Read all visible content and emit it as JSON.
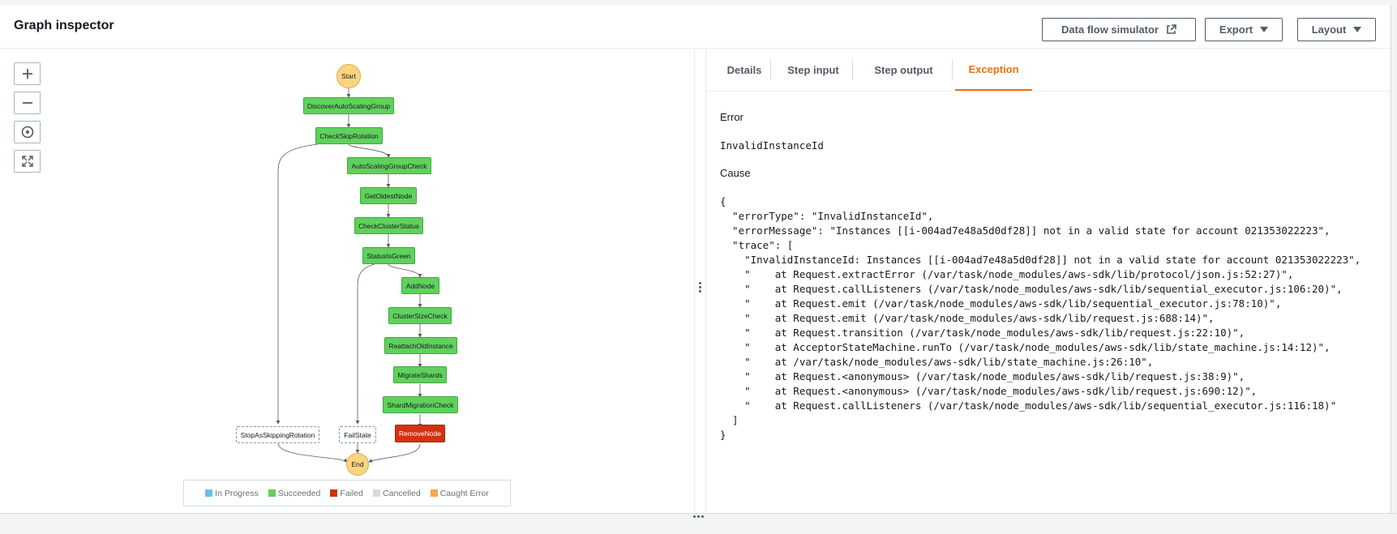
{
  "header": {
    "title": "Graph inspector",
    "data_flow_label": "Data flow simulator",
    "export_label": "Export",
    "layout_label": "Layout"
  },
  "zoom_controls": [
    "zoom-in-icon",
    "zoom-out-icon",
    "center-icon",
    "fit-screen-icon"
  ],
  "graph": {
    "start": "Start",
    "end": "End",
    "nodes": {
      "discover": "DiscoverAutoScalingGroup",
      "check_skip": "CheckSkipRotation",
      "asg_check": "AutoScalingGroupCheck",
      "get_oldest": "GetOldestNode",
      "check_cluster": "CheckClusterStatus",
      "status_green": "StatusIsGreen",
      "add_node": "AddNode",
      "cluster_size": "ClusterSizeCheck",
      "reattach": "ReattachOldInstance",
      "migrate": "MigrateShards",
      "shard_check": "ShardMigrationCheck",
      "stop_skip": "StopAsSkippingRotation",
      "fail_state": "FailState",
      "remove_node": "RemoveNode"
    }
  },
  "legend": {
    "in_progress": "In Progress",
    "succeeded": "Succeeded",
    "failed": "Failed",
    "cancelled": "Cancelled",
    "caught_error": "Caught Error",
    "colors": {
      "in_progress": "#69c1df",
      "succeeded": "#60d15c",
      "failed": "#d13212",
      "cancelled": "#d5dbdb",
      "caught_error": "#f7a947"
    }
  },
  "tabs": {
    "details": "Details",
    "step_input": "Step input",
    "step_output": "Step output",
    "exception": "Exception"
  },
  "exception": {
    "error_label": "Error",
    "error_value": "InvalidInstanceId",
    "cause_label": "Cause",
    "cause_lines": [
      "{",
      "  \"errorType\": \"InvalidInstanceId\",",
      "  \"errorMessage\": \"Instances [[i-004ad7e48a5d0df28]] not in a valid state for account 021353022223\",",
      "  \"trace\": [",
      "    \"InvalidInstanceId: Instances [[i-004ad7e48a5d0df28]] not in a valid state for account 021353022223\",",
      "    \"    at Request.extractError (/var/task/node_modules/aws-sdk/lib/protocol/json.js:52:27)\",",
      "    \"    at Request.callListeners (/var/task/node_modules/aws-sdk/lib/sequential_executor.js:106:20)\",",
      "    \"    at Request.emit (/var/task/node_modules/aws-sdk/lib/sequential_executor.js:78:10)\",",
      "    \"    at Request.emit (/var/task/node_modules/aws-sdk/lib/request.js:688:14)\",",
      "    \"    at Request.transition (/var/task/node_modules/aws-sdk/lib/request.js:22:10)\",",
      "    \"    at AcceptorStateMachine.runTo (/var/task/node_modules/aws-sdk/lib/state_machine.js:14:12)\",",
      "    \"    at /var/task/node_modules/aws-sdk/lib/state_machine.js:26:10\",",
      "    \"    at Request.<anonymous> (/var/task/node_modules/aws-sdk/lib/request.js:38:9)\",",
      "    \"    at Request.<anonymous> (/var/task/node_modules/aws-sdk/lib/request.js:690:12)\",",
      "    \"    at Request.callListeners (/var/task/node_modules/aws-sdk/lib/sequential_executor.js:116:18)\"",
      "  ]",
      "}"
    ]
  }
}
